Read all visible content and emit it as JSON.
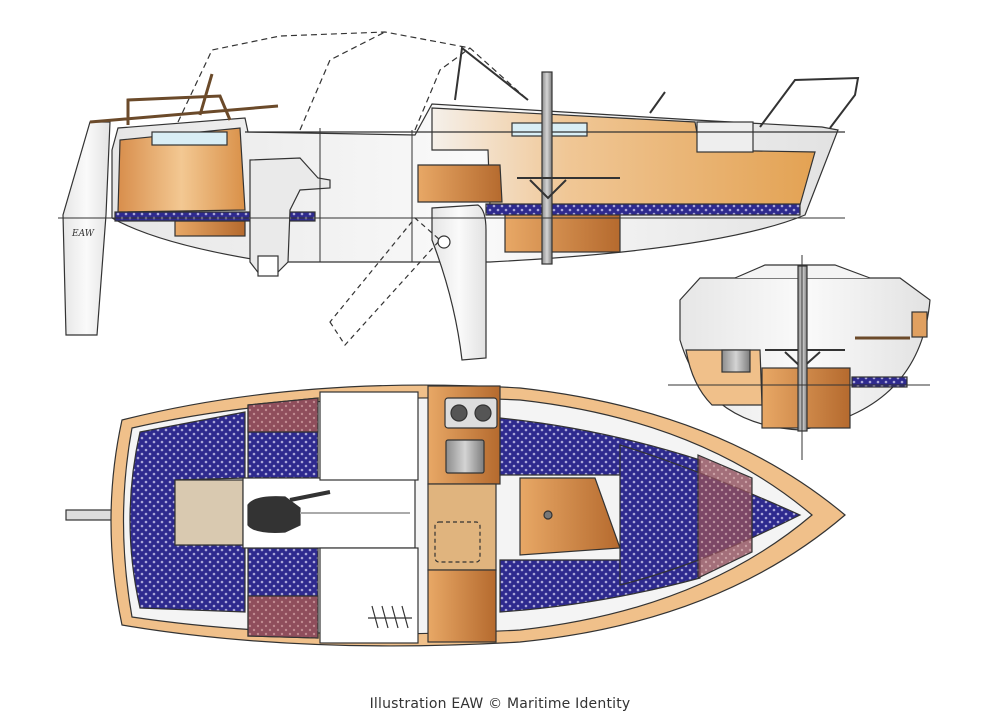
{
  "illustration": {
    "views": [
      "side-profile",
      "cross-section",
      "deck-plan"
    ],
    "signature": "EAW",
    "colors": {
      "wood_light": "#f0c08a",
      "wood_dark": "#c9773a",
      "cushion": "#2e2a8e",
      "hull": "#f2f2f2",
      "outline": "#333333"
    }
  },
  "caption": "Illustration EAW © Maritime Identity"
}
